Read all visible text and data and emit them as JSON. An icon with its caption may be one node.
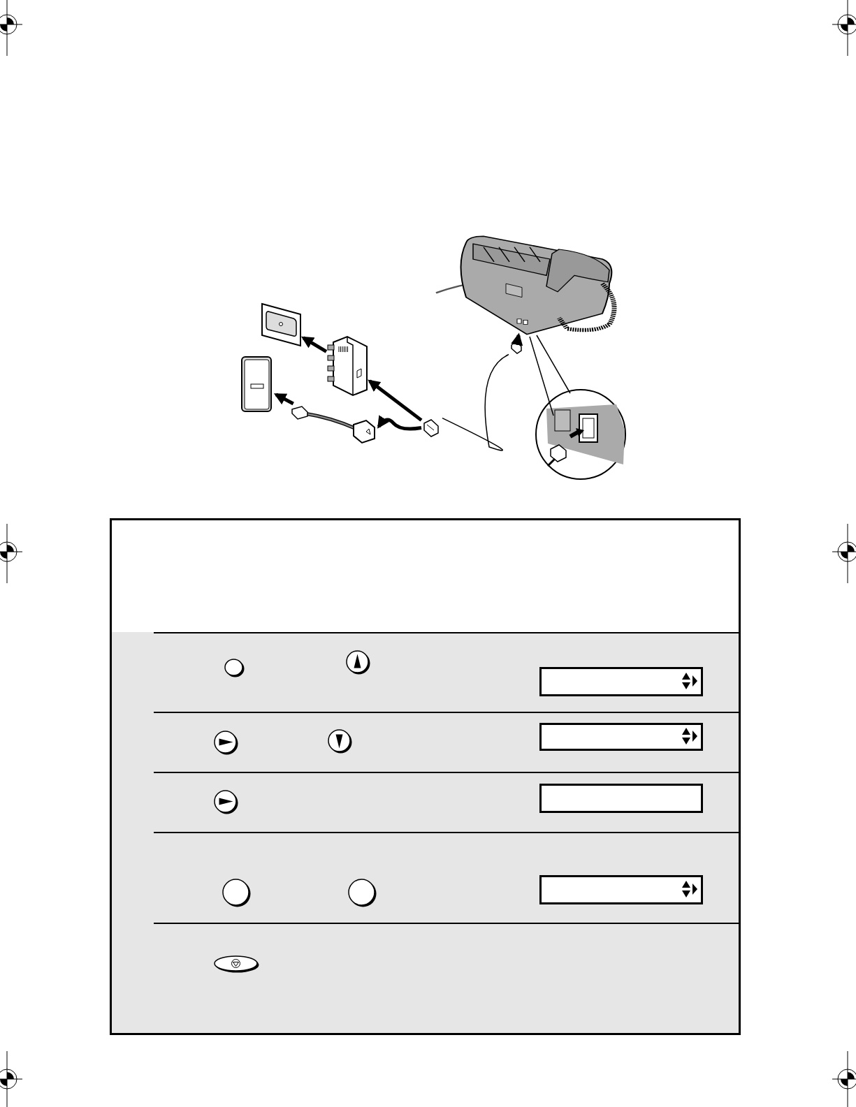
{
  "diagram": {
    "nodes": [
      {
        "text": [],
        "shape": "box"
      },
      {
        "text": [],
        "shape": "box"
      },
      {
        "text": [],
        "shape": "box"
      },
      {
        "text": [],
        "shape": "cable"
      },
      {
        "text": [],
        "shape": "plug"
      },
      {
        "text": [],
        "shape": "picture"
      },
      {
        "text": [],
        "shape": "circle"
      },
      {
        "text": [],
        "shape": "plug"
      },
      {
        "text": [],
        "shape": "box"
      },
      {
        "text": [],
        "shape": "circle",
        "in": 8
      },
      {
        "text": [],
        "shape": "circle",
        "in": 8
      },
      {
        "text": [],
        "shape": "box",
        "in": 8
      },
      {
        "text": [],
        "shape": "circle",
        "in": 8
      },
      {
        "text": [],
        "shape": "circle",
        "in": 8
      },
      {
        "text": [],
        "shape": "box",
        "in": 8
      },
      {
        "text": [],
        "shape": "circle",
        "in": 8
      },
      {
        "text": [],
        "shape": "box",
        "in": 8
      },
      {
        "text": [],
        "shape": "circle",
        "in": 8
      },
      {
        "text": [],
        "shape": "circle",
        "in": 8
      },
      {
        "text": [],
        "shape": "box",
        "in": 8
      },
      {
        "text": [],
        "shape": "oval",
        "in": 8
      }
    ],
    "edges": [
      {
        "from": 2,
        "to": 0,
        "arrow": "to"
      },
      {
        "from": 3,
        "to": 1,
        "arrow": "to"
      },
      {
        "from": 4,
        "to": 2,
        "arrow": "to"
      },
      {
        "from": 4,
        "to": 3,
        "arrow": "to"
      },
      {
        "from": 7,
        "to": 5,
        "arrow": "to"
      },
      {
        "from": 5,
        "to": 6,
        "arrow": "none"
      },
      {
        "from": 5,
        "to": 6,
        "arrow": "none"
      },
      {
        "from": 4,
        "to": 7,
        "arrow": "none"
      }
    ]
  }
}
